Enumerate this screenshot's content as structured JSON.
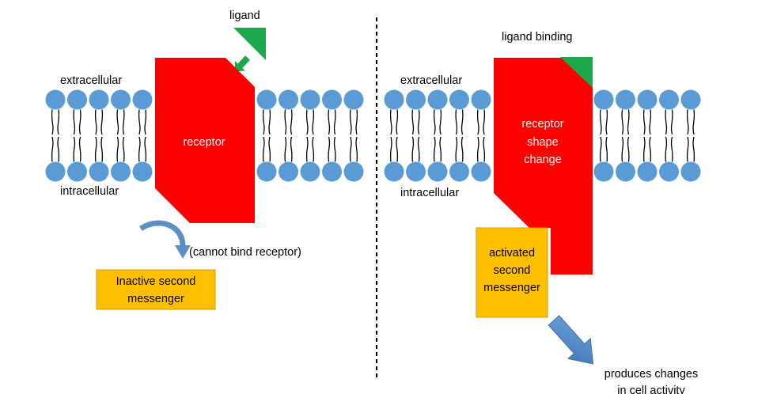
{
  "left_panel": {
    "ligand_label": "ligand",
    "extracellular_label": "extracellular",
    "intracellular_label": "intracellular",
    "receptor_label": "receptor",
    "cannot_bind_label": "(cannot bind receptor)",
    "messenger_lines": [
      "Inactive second",
      "messenger"
    ]
  },
  "right_panel": {
    "binding_label": "ligand binding",
    "extracellular_label": "extracellular",
    "intracellular_label": "intracellular",
    "receptor_lines": [
      "receptor",
      "shape",
      "change"
    ],
    "messenger_lines": [
      "activated",
      "second",
      "messenger"
    ],
    "result_lines": [
      "produces changes",
      "in cell activity"
    ]
  },
  "colors": {
    "receptor": "#ff0000",
    "ligand": "#1aa84a",
    "lipid_head": "#5b9bd5",
    "messenger_box": "#ffc000",
    "arrow": "#5b8fc7"
  }
}
